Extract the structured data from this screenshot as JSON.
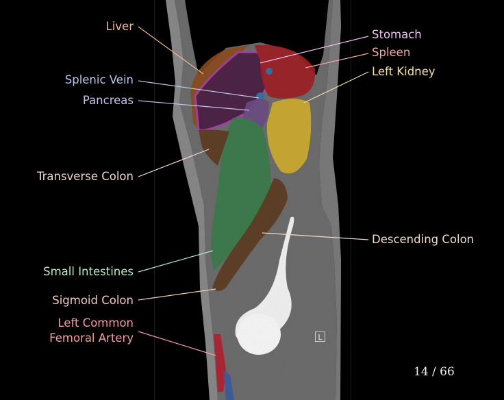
{
  "viewer": {
    "slice_counter": "14 / 66",
    "current_slice": 14,
    "total_slices": 66,
    "orientation_marker": "L"
  },
  "labels": [
    {
      "id": "liver",
      "text": "Liver",
      "color": "#e8b89a",
      "side": "left"
    },
    {
      "id": "splenic-vein",
      "text": "Splenic Vein",
      "color": "#b8c8e8",
      "side": "left"
    },
    {
      "id": "pancreas",
      "text": "Pancreas",
      "color": "#c8c0ec",
      "side": "left"
    },
    {
      "id": "transverse-colon",
      "text": "Transverse Colon",
      "color": "#f0d8c8",
      "side": "left"
    },
    {
      "id": "small-intestines",
      "text": "Small Intestines",
      "color": "#b8e8c8",
      "side": "left"
    },
    {
      "id": "sigmoid-colon",
      "text": "Sigmoid Colon",
      "color": "#f0ccc0",
      "side": "left"
    },
    {
      "id": "left-common-femoral-artery",
      "text": "Left Common\nFemoral Artery",
      "line1": "Left Common",
      "line2": "Femoral Artery",
      "color": "#f0a0a0",
      "side": "left"
    },
    {
      "id": "stomach",
      "text": "Stomach",
      "color": "#f0c0f0",
      "side": "right"
    },
    {
      "id": "spleen",
      "text": "Spleen",
      "color": "#f0a8a8",
      "side": "right"
    },
    {
      "id": "left-kidney",
      "text": "Left Kidney",
      "color": "#f0e0a8",
      "side": "right"
    },
    {
      "id": "descending-colon",
      "text": "Descending Colon",
      "color": "#f0dcc8",
      "side": "right"
    }
  ],
  "organ_colors": {
    "liver": "#8a4a1e",
    "stomach": "#5a2a5a",
    "stomach_wall": "#a040a0",
    "spleen": "#9a1e24",
    "splenic_vein": "#3a6aa0",
    "pancreas": "#6a4a80",
    "left_kidney": "#c8a830",
    "small_intestines": "#3a7a4a",
    "colon": "#5a3a1e",
    "femoral_artery": "#b02030",
    "femoral_vein": "#3a5a9a"
  }
}
